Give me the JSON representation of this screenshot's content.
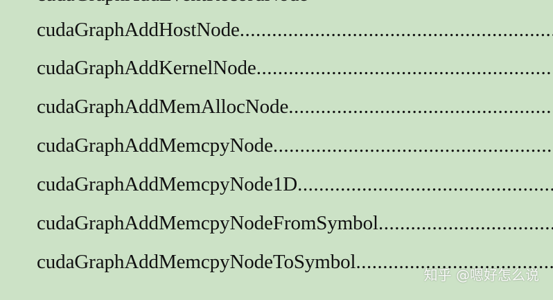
{
  "toc": {
    "clipped_partial_entry": "cudaGraphAddEventRecordNode",
    "entries": [
      {
        "name": "cudaGraphAddHostNode"
      },
      {
        "name": "cudaGraphAddKernelNode"
      },
      {
        "name": "cudaGraphAddMemAllocNode"
      },
      {
        "name": "cudaGraphAddMemcpyNode"
      },
      {
        "name": "cudaGraphAddMemcpyNode1D"
      },
      {
        "name": "cudaGraphAddMemcpyNodeFromSymbol"
      },
      {
        "name": "cudaGraphAddMemcpyNodeToSymbol"
      }
    ],
    "leader_dots": "........................................................................................................................"
  },
  "watermark": {
    "text": "知乎 @嗯好怎么说"
  },
  "colors": {
    "background": "#cce2c6",
    "text": "#111111",
    "watermark": "#ffffff"
  }
}
